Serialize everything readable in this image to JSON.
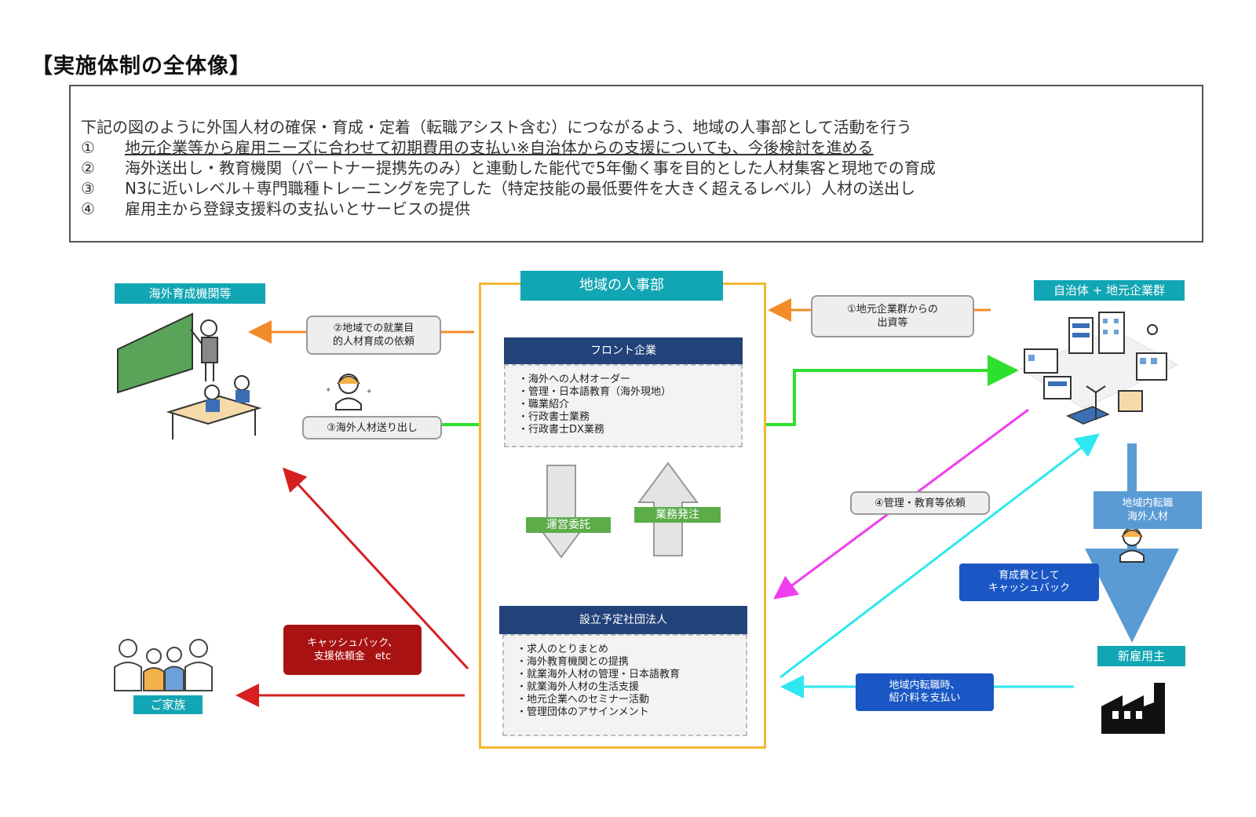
{
  "title": "【実施体制の全体像】",
  "intro": {
    "lead": "下記の図のように外国人材の確保・育成・定着（転職アシスト含む）につながるよう、地域の人事部として活動を行う",
    "items": [
      {
        "num": "①",
        "text": "地元企業等から雇用ニーズに合わせて初期費用の支払い※自治体からの支援についても、今後検討を進める"
      },
      {
        "num": "②",
        "text": "海外送出し・教育機関（パートナー提携先のみ）と連動した能代で5年働く事を目的とした人材集客と現地での育成"
      },
      {
        "num": "③",
        "text": "N3に近いレベル＋専門職種トレーニングを完了した（特定技能の最低要件を大きく超えるレベル）人材の送出し"
      },
      {
        "num": "④",
        "text": "雇用主から登録支援料の支払いとサービスの提供"
      }
    ]
  },
  "center": {
    "title": "地域の人事部",
    "front": {
      "head": "フロント企業",
      "items": [
        "・海外への人材オーダー",
        "・管理・日本語教育（海外現地）",
        "・職業紹介",
        "・行政書士業務",
        "・行政書士DX業務"
      ]
    },
    "arrow_down_label": "運営委託",
    "arrow_up_label": "業務発注",
    "assoc": {
      "head": "設立予定社団法人",
      "items": [
        "・求人のとりまとめ",
        "・海外教育機関との提携",
        "・就業海外人材の管理・日本語教育",
        "・就業海外人材の生活支援",
        "・地元企業へのセミナー活動",
        "・管理団体のアサインメント"
      ]
    }
  },
  "left": {
    "overseas_label": "海外育成機関等",
    "pill_training": "②地域での就業目\n的人材育成の依頼",
    "pill_send": "③海外人材送り出し",
    "cashback_label": "キャッシュバック、\n支援依頼金　etc",
    "family_label": "ご家族"
  },
  "right": {
    "muni_label": "自治体 + 地元企業群",
    "pill_invest": "①地元企業群からの\n出資等",
    "pill_manage": "④管理・教育等依頼",
    "transfer_label": "地域内転職\n海外人材",
    "training_cost": "育成費として\nキャッシュバック",
    "new_employer_label": "新雇用主",
    "fee_label": "地域内転職時、\n紹介料を支払い"
  },
  "colors": {
    "teal": "#12a6b4",
    "orange_frame": "#f5b732",
    "orange_arrow": "#f28c28",
    "navy": "#22427a",
    "green": "#2ee02e",
    "magenta": "#ee3dee",
    "cyan": "#2de8f0",
    "red": "#d62020",
    "blue": "#1a57c4"
  }
}
